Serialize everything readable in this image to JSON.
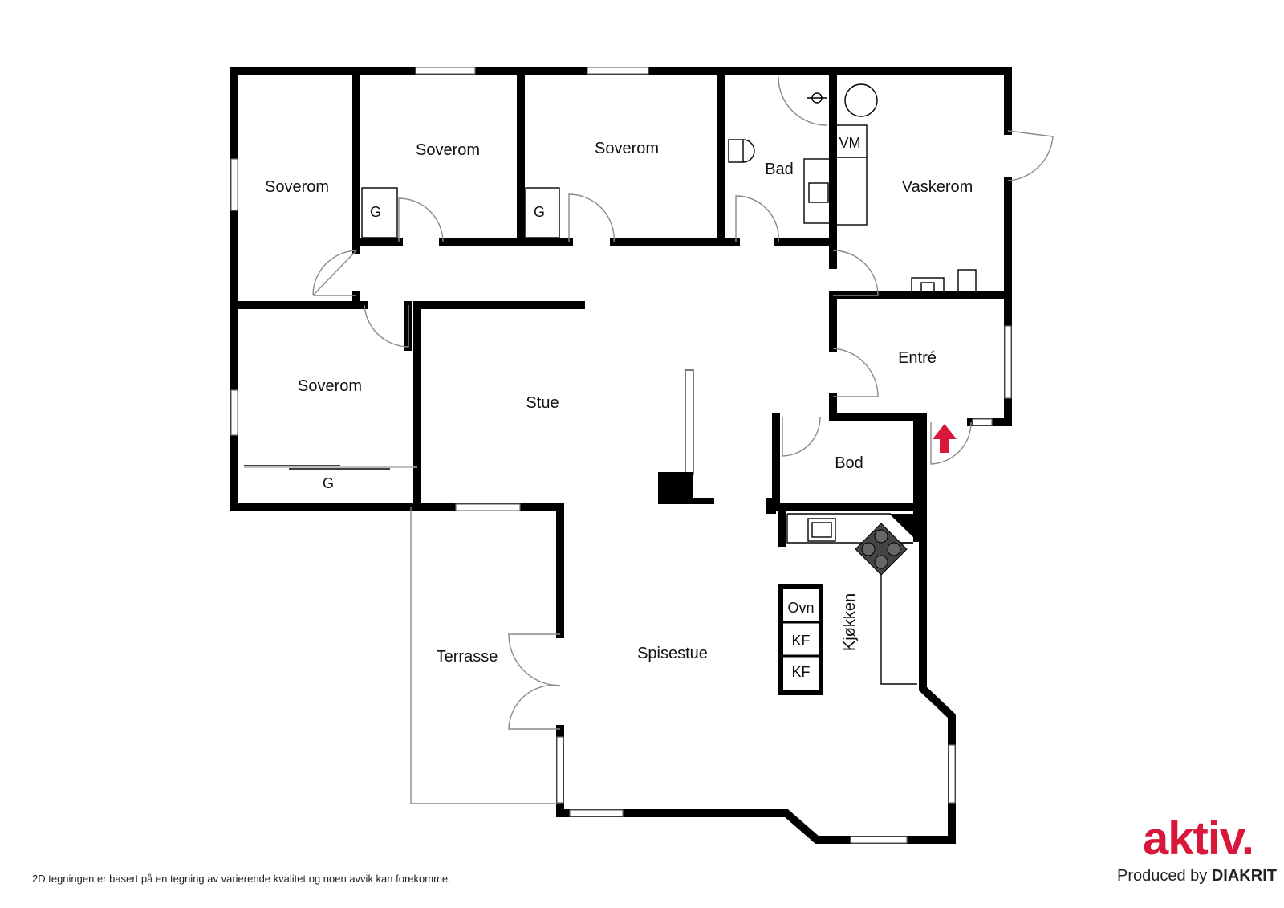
{
  "rooms": {
    "soverom_1": "Soverom",
    "soverom_2": "Soverom",
    "soverom_3": "Soverom",
    "soverom_4": "Soverom",
    "bad": "Bad",
    "vaskerom": "Vaskerom",
    "entre": "Entré",
    "stue": "Stue",
    "bod": "Bod",
    "terrasse": "Terrasse",
    "spisestue": "Spisestue",
    "kjokken": "Kjøkken"
  },
  "fixtures": {
    "garderobe_1": "G",
    "garderobe_2": "G",
    "garderobe_3": "G",
    "vaskemaskin": "VM",
    "ovn": "Ovn",
    "kjoleskap_1": "KF",
    "kjoleskap_2": "KF"
  },
  "footer": {
    "disclaimer": "2D tegningen er basert på en tegning av varierende kvalitet og noen avvik kan forekomme."
  },
  "branding": {
    "logo_text": "aktiv.",
    "produced_by": "Produced by",
    "producer": "DIAKRIT",
    "brand_color": "#d8173a"
  },
  "icons": {
    "entrance": "entrance-arrow-icon",
    "stove": "stove-icon",
    "sink": "sink-icon",
    "toilet": "toilet-icon",
    "shower": "shower-icon",
    "fireplace": "fireplace-icon"
  }
}
